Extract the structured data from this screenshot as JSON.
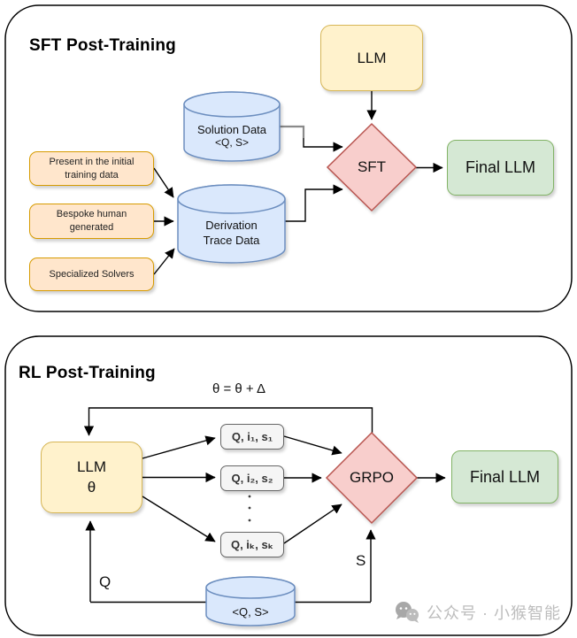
{
  "panels": {
    "sft": {
      "title": "SFT Post-Training",
      "llm_label": "LLM",
      "solution_cylinder": {
        "line1": "Solution Data",
        "line2": "<Q, S>"
      },
      "derivation_cylinder": {
        "line1": "Derivation",
        "line2": "Trace Data"
      },
      "sources": [
        "Present in the initial training data",
        "Bespoke human generated",
        "Specialized Solvers"
      ],
      "diamond_label": "SFT",
      "final_label": "Final LLM"
    },
    "rl": {
      "title": "RL Post-Training",
      "update_rule": "θ = θ + Δ",
      "llm": {
        "line1": "LLM",
        "line2": "θ"
      },
      "samples": [
        "Q, i₁, s₁",
        "Q, i₂, s₂",
        "Q, iₖ, sₖ"
      ],
      "diamond_label": "GRPO",
      "final_label": "Final LLM",
      "cylinder_label": "<Q, S>",
      "q_label": "Q",
      "s_label": "S"
    }
  },
  "watermark": {
    "icon": "wechat-icon",
    "text": "公众号 · 小猴智能"
  },
  "colors": {
    "yellow_fill": "#fff2cc",
    "yellow_stroke": "#d6b656",
    "orange_fill": "#ffe6cc",
    "orange_stroke": "#d79b00",
    "blue_fill": "#dae8fc",
    "blue_stroke": "#6c8ebf",
    "pink_fill": "#f8cecc",
    "pink_stroke": "#b85450",
    "green_fill": "#d5e8d4",
    "green_stroke": "#82b366",
    "gray_fill": "#f5f5f5",
    "gray_stroke": "#666666",
    "watermark_gray": "#bdbdbd"
  }
}
